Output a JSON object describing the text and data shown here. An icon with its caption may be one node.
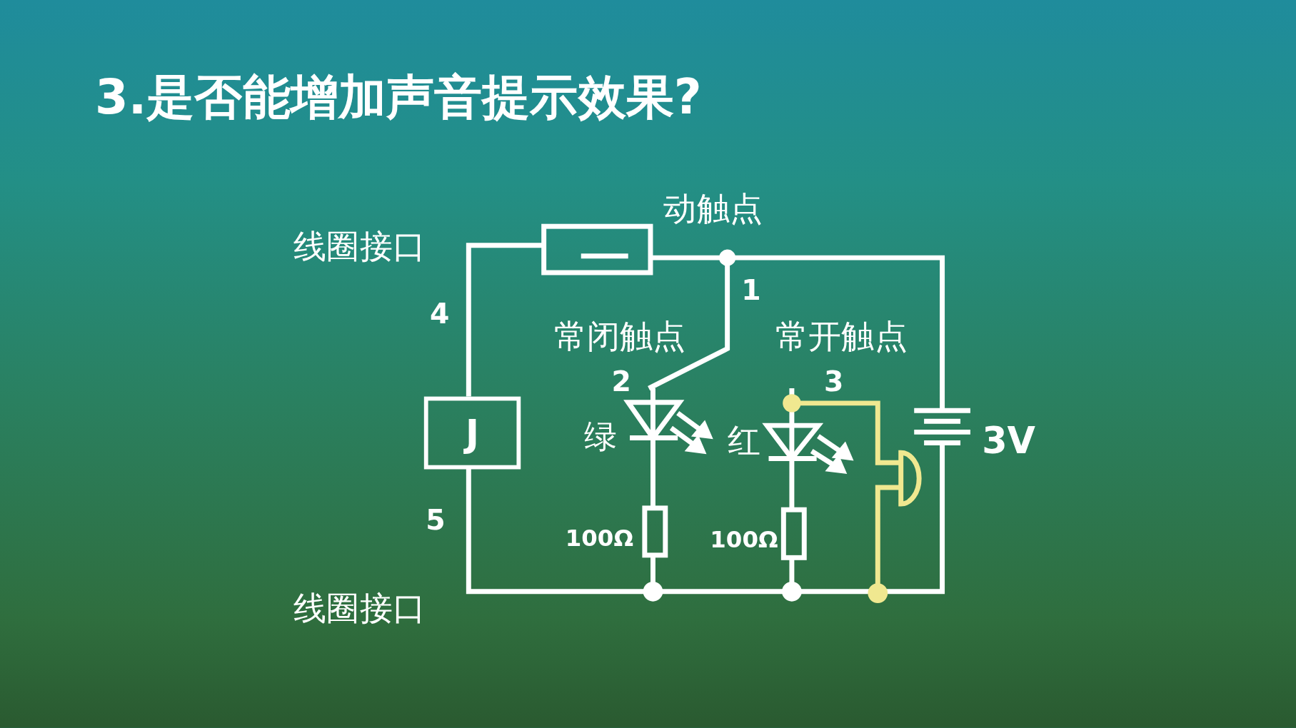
{
  "diagram": {
    "title": "3.是否能增加声音提示效果?",
    "nodes": [
      {
        "text": [
          "J"
        ]
      }
    ],
    "edges": [],
    "labels": [
      "动触点",
      "线圈接口",
      "4",
      "1",
      "常闭触点",
      "常开触点",
      "2",
      "3",
      "绿",
      "红",
      "3V",
      "5",
      "100Ω",
      "100Ω",
      "线圈接口"
    ]
  }
}
